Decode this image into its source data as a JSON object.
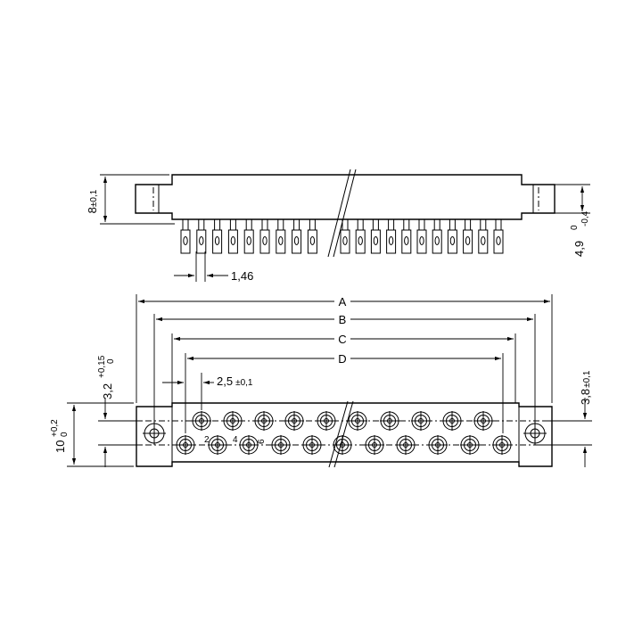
{
  "labels": {
    "pin_pitch": "1,46",
    "height": "8",
    "height_tol": "±0,1",
    "depth": "4,9",
    "depth_tol_upper": "0",
    "depth_tol_lower": "-0,4",
    "dim_a": "A",
    "dim_b": "B",
    "dim_c": "C",
    "dim_d": "D",
    "spacing": "2,5",
    "spacing_tol": "±0,1",
    "mount_hole": "3,2",
    "mount_tol_upper": "+0,15",
    "mount_tol_lower": "0",
    "row_offset": "3,8",
    "row_offset_tol": "±0,1",
    "width": "10",
    "width_tol_upper": "+0,2",
    "width_tol_lower": "0",
    "pin_2": "2",
    "pin_4": "4",
    "pin_6": "6"
  }
}
